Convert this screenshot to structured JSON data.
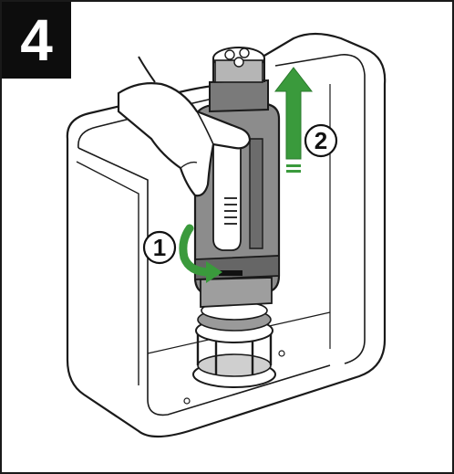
{
  "step": {
    "number": "4"
  },
  "callouts": [
    {
      "label": "1",
      "meaning": "rotate-valve"
    },
    {
      "label": "2",
      "meaning": "lift-valve"
    }
  ],
  "colors": {
    "arrow_green": "#3a9a3c",
    "outline": "#1a1a1a",
    "valve_body": "#8c8c8c",
    "valve_dark": "#555555",
    "tank": "#ffffff"
  },
  "icons": {
    "rotate_arrow": "curved-arrow-icon",
    "lift_arrow": "up-arrow-icon"
  }
}
